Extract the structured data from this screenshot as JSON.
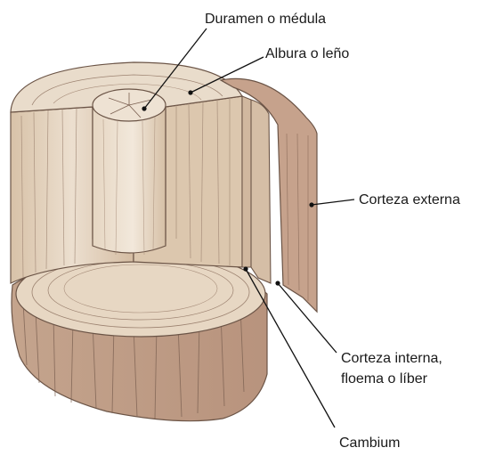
{
  "labels": {
    "duramen": "Duramen o médula",
    "albura": "Albura o leño",
    "corteza_externa": "Corteza externa",
    "corteza_interna_1": "Corteza interna,",
    "corteza_interna_2": "floema o líber",
    "cambium": "Cambium"
  },
  "colors": {
    "wood_light": "#eadccb",
    "wood_mid": "#d9c4ab",
    "wood_dark": "#b89c80",
    "bark": "#c9aa94",
    "line": "#6b5446",
    "leader": "#111111"
  }
}
